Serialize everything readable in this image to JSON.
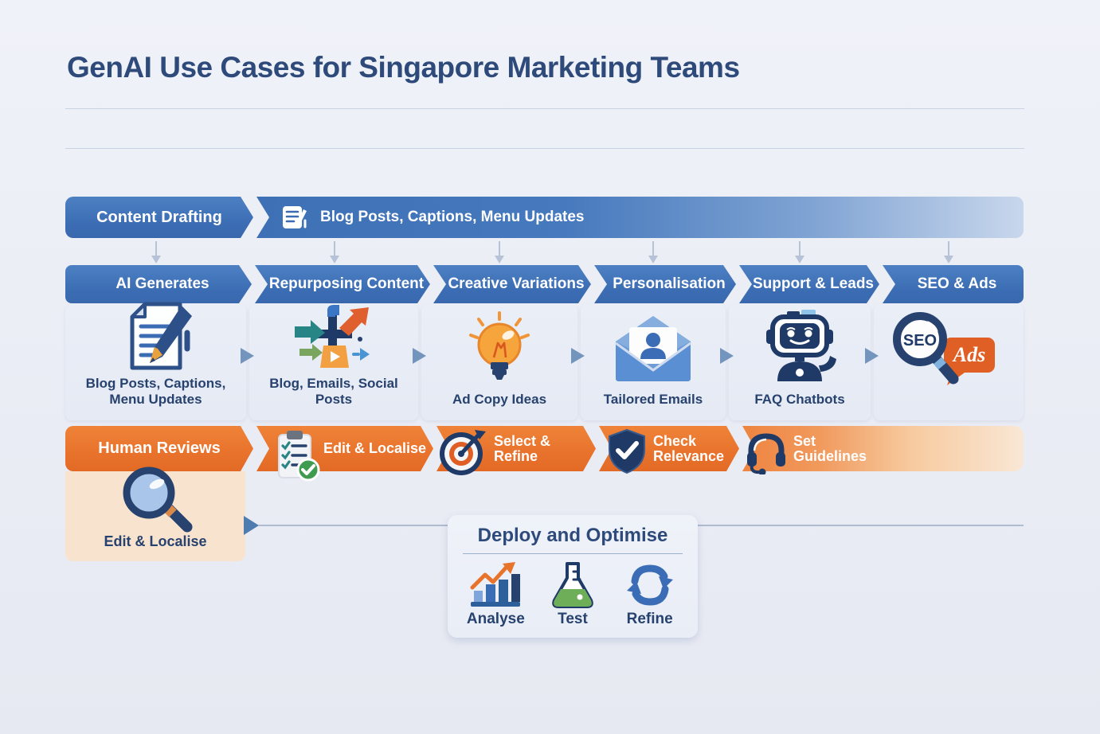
{
  "page": {
    "title": "GenAI Use Cases for Singapore Marketing Teams"
  },
  "colors": {
    "header_blue": "#3b6cb3",
    "accent_orange": "#e7702a",
    "navy_text": "#27426e",
    "card_bg": "#e9edf7",
    "peach_card_bg": "#f8e3cf"
  },
  "content_drafting": {
    "label": "Content Drafting",
    "detail": "Blog Posts, Captions, Menu Updates",
    "icon": "document-pencil-icon"
  },
  "columns": [
    {
      "header": "AI Generates",
      "icon": "document-pencil-icon",
      "label": "Blog Posts, Captions, Menu Updates"
    },
    {
      "header": "Repurposing Content",
      "icon": "repurpose-arrows-icon",
      "label": "Blog, Emails, Social Posts"
    },
    {
      "header": "Creative Variations",
      "icon": "lightbulb-icon",
      "label": "Ad Copy Ideas"
    },
    {
      "header": "Personalisation",
      "icon": "envelope-person-icon",
      "label": "Tailored Emails"
    },
    {
      "header": "Support & Leads",
      "icon": "robot-icon",
      "label": "FAQ Chatbots"
    },
    {
      "header": "SEO & Ads",
      "icon": "seo-ads-icon",
      "label": "",
      "seo_text": "SEO",
      "ads_text": "Ads"
    }
  ],
  "human_reviews": {
    "label": "Human Reviews",
    "steps": [
      {
        "label": "Edit & Localise",
        "icon": "clipboard-check-icon"
      },
      {
        "label": "Select & Refine",
        "icon": "target-icon"
      },
      {
        "label": "Check Relevance",
        "icon": "shield-check-icon"
      },
      {
        "label": "Set Guidelines",
        "icon": "headset-icon"
      }
    ],
    "review_card": {
      "label": "Edit & Localise",
      "icon": "magnifier-icon"
    }
  },
  "deploy": {
    "title": "Deploy and Optimise",
    "items": [
      {
        "label": "Analyse",
        "icon": "bar-chart-icon"
      },
      {
        "label": "Test",
        "icon": "flask-icon"
      },
      {
        "label": "Refine",
        "icon": "refresh-icon"
      }
    ]
  }
}
